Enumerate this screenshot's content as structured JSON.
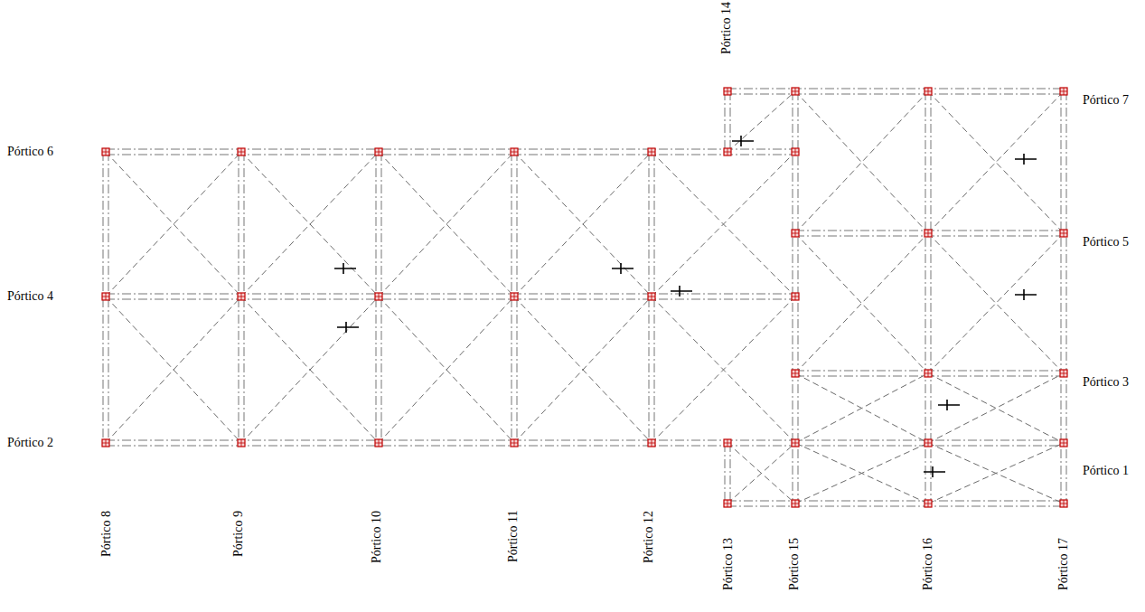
{
  "diagram": {
    "labels": [
      "Pórtico 14",
      "Pórtico 7",
      "Pórtico 6",
      "Pórtico 5",
      "Pórtico 4",
      "Pórtico 3",
      "Pórtico 2",
      "Pórtico 1",
      "Pórtico 8",
      "Pórtico 9",
      "Pórtico 10",
      "Pórtico 11",
      "Pórtico 12",
      "Pórtico 13",
      "Pórtico 15",
      "Pórtico 16",
      "Pórtico 17"
    ]
  }
}
